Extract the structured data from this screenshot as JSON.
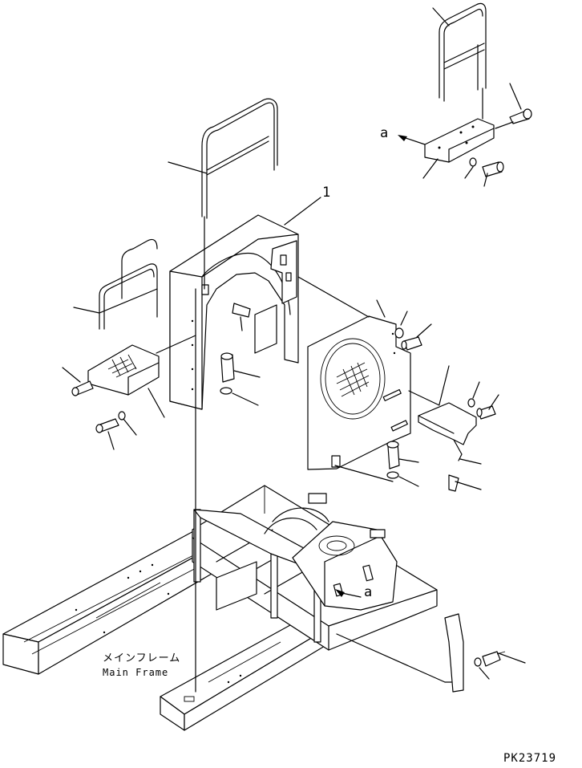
{
  "diagram": {
    "part_number_label": "1",
    "view_callouts": [
      "a",
      "a"
    ],
    "main_frame_label_jp": "メインフレーム",
    "main_frame_label_en": "Main Frame",
    "drawing_number": "PK23719"
  },
  "colors": {
    "line": "#000000",
    "background": "#ffffff"
  }
}
